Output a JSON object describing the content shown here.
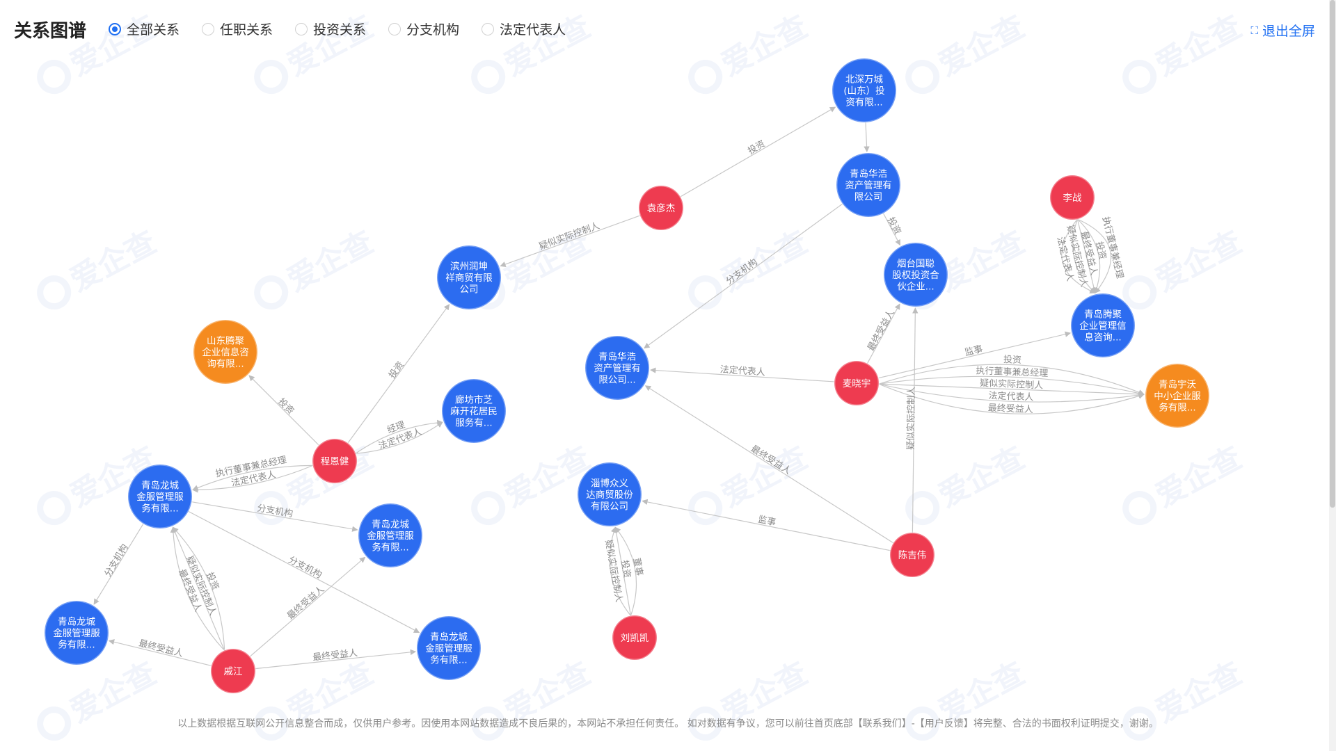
{
  "header": {
    "title": "关系图谱",
    "filters": [
      {
        "label": "全部关系",
        "selected": true
      },
      {
        "label": "任职关系",
        "selected": false
      },
      {
        "label": "投资关系",
        "selected": false
      },
      {
        "label": "分支机构",
        "selected": false
      },
      {
        "label": "法定代表人",
        "selected": false
      }
    ],
    "exit_label": "退出全屏"
  },
  "watermark_text": "爱企查",
  "colors": {
    "company": "#2c6cf0",
    "person": "#ee3b50",
    "highlight": "#f58b1f",
    "edge": "#c7c7c7"
  },
  "graph": {
    "nodes": [
      {
        "id": "beijing",
        "type": "company",
        "lines": [
          "北深万城",
          "(山东）投",
          "资有限..."
        ]
      },
      {
        "id": "hh_top",
        "type": "company",
        "lines": [
          "青岛华浩",
          "资产管理有",
          "限公司"
        ]
      },
      {
        "id": "yuan",
        "type": "person",
        "lines": [
          "袁彦杰"
        ]
      },
      {
        "id": "binzhou",
        "type": "company",
        "lines": [
          "滨州润坤",
          "祥商贸有限",
          "公司"
        ]
      },
      {
        "id": "yantai",
        "type": "company",
        "lines": [
          "烟台国聪",
          "股权投资合",
          "伙企业..."
        ]
      },
      {
        "id": "lizhan",
        "type": "person",
        "lines": [
          "李战"
        ]
      },
      {
        "id": "tengju_qd",
        "type": "company",
        "lines": [
          "青岛腾聚",
          "企业管理信",
          "息咨询..."
        ]
      },
      {
        "id": "shandong",
        "type": "highlight",
        "lines": [
          "山东腾聚",
          "企业信息咨",
          "询有限..."
        ]
      },
      {
        "id": "hh_mid",
        "type": "company",
        "lines": [
          "青岛华浩",
          "资产管理有",
          "限公司..."
        ]
      },
      {
        "id": "mai",
        "type": "person",
        "lines": [
          "麦晓宇"
        ]
      },
      {
        "id": "yuwo",
        "type": "highlight",
        "lines": [
          "青岛宇沃",
          "中小企业服",
          "务有限..."
        ]
      },
      {
        "id": "langfang",
        "type": "company",
        "lines": [
          "廊坊市芝",
          "麻开花居民",
          "服务有..."
        ]
      },
      {
        "id": "cheng",
        "type": "person",
        "lines": [
          "程恩健"
        ]
      },
      {
        "id": "lc1",
        "type": "company",
        "lines": [
          "青岛龙城",
          "金服管理服",
          "务有限..."
        ]
      },
      {
        "id": "lc2",
        "type": "company",
        "lines": [
          "青岛龙城",
          "金服管理服",
          "务有限..."
        ]
      },
      {
        "id": "zibo",
        "type": "company",
        "lines": [
          "淄博众义",
          "达商贸股份",
          "有限公司"
        ]
      },
      {
        "id": "chen",
        "type": "person",
        "lines": [
          "陈吉伟"
        ]
      },
      {
        "id": "lc3",
        "type": "company",
        "lines": [
          "青岛龙城",
          "金服管理服",
          "务有限..."
        ]
      },
      {
        "id": "liu",
        "type": "person",
        "lines": [
          "刘凯凯"
        ]
      },
      {
        "id": "lc4",
        "type": "company",
        "lines": [
          "青岛龙城",
          "金服管理服",
          "务有限..."
        ]
      },
      {
        "id": "wei",
        "type": "person",
        "lines": [
          "戚江"
        ]
      }
    ],
    "edges": [
      {
        "from": "yuan",
        "to": "beijing",
        "label": "投资"
      },
      {
        "from": "beijing",
        "to": "hh_top",
        "label": ""
      },
      {
        "from": "hh_top",
        "to": "yantai",
        "label": "投资"
      },
      {
        "from": "yuan",
        "to": "binzhou",
        "label": "疑似实际控制人"
      },
      {
        "from": "hh_top",
        "to": "hh_mid",
        "label": "分支机构"
      },
      {
        "from": "lizhan",
        "to": "tengju_qd",
        "label": "执行董事兼经理"
      },
      {
        "from": "lizhan",
        "to": "tengju_qd",
        "label": "投资"
      },
      {
        "from": "lizhan",
        "to": "tengju_qd",
        "label": "最终受益人"
      },
      {
        "from": "lizhan",
        "to": "tengju_qd",
        "label": "疑似实际控制人"
      },
      {
        "from": "lizhan",
        "to": "tengju_qd",
        "label": "法定代表人"
      },
      {
        "from": "mai",
        "to": "tengju_qd",
        "label": "监事"
      },
      {
        "from": "mai",
        "to": "yuwo",
        "label": "投资"
      },
      {
        "from": "mai",
        "to": "yuwo",
        "label": "执行董事兼总经理"
      },
      {
        "from": "mai",
        "to": "yuwo",
        "label": "疑似实际控制人"
      },
      {
        "from": "mai",
        "to": "yuwo",
        "label": "法定代表人"
      },
      {
        "from": "mai",
        "to": "yuwo",
        "label": "最终受益人"
      },
      {
        "from": "mai",
        "to": "hh_mid",
        "label": "法定代表人"
      },
      {
        "from": "mai",
        "to": "yantai",
        "label": "最终受益人"
      },
      {
        "from": "chen",
        "to": "yantai",
        "label": "疑似实际控制人"
      },
      {
        "from": "chen",
        "to": "hh_mid",
        "label": "最终受益人"
      },
      {
        "from": "chen",
        "to": "zibo",
        "label": "监事"
      },
      {
        "from": "cheng",
        "to": "shandong",
        "label": "投资"
      },
      {
        "from": "cheng",
        "to": "binzhou",
        "label": "投资"
      },
      {
        "from": "cheng",
        "to": "langfang",
        "label": "经理"
      },
      {
        "from": "cheng",
        "to": "langfang",
        "label": "法定代表人"
      },
      {
        "from": "cheng",
        "to": "lc1",
        "label": "法定代表人"
      },
      {
        "from": "cheng",
        "to": "lc1",
        "label": "执行董事兼总经理"
      },
      {
        "from": "lc1",
        "to": "lc2",
        "label": "分支机构"
      },
      {
        "from": "lc1",
        "to": "lc4",
        "label": "分支机构"
      },
      {
        "from": "lc1",
        "to": "lc3",
        "label": "分支机构"
      },
      {
        "from": "wei",
        "to": "lc1",
        "label": "投资"
      },
      {
        "from": "wei",
        "to": "lc1",
        "label": "疑似实际控制人"
      },
      {
        "from": "wei",
        "to": "lc1",
        "label": "最终受益人"
      },
      {
        "from": "wei",
        "to": "lc3",
        "label": "最终受益人"
      },
      {
        "from": "wei",
        "to": "lc4",
        "label": "最终受益人"
      },
      {
        "from": "wei",
        "to": "lc2",
        "label": "最终受益人"
      },
      {
        "from": "liu",
        "to": "zibo",
        "label": "疑似实际控制人"
      },
      {
        "from": "liu",
        "to": "zibo",
        "label": "投资"
      },
      {
        "from": "liu",
        "to": "zibo",
        "label": "董事"
      }
    ]
  },
  "footer": {
    "notice": "以上数据根据互联网公开信息整合而成，仅供用户参考。因使用本网站数据造成不良后果的，本网站不承担任何责任。 如对数据有争议，您可以前往首页底部【联系我们】-【用户反馈】将完整、合法的书面权利证明提交，谢谢。"
  }
}
